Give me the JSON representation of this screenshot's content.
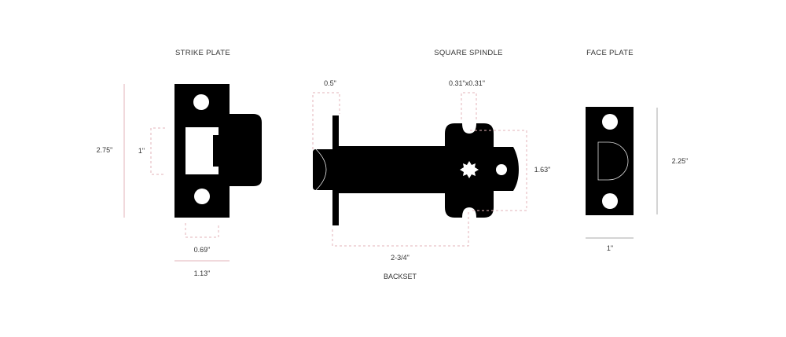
{
  "strike_plate": {
    "title": "STRIKE PLATE",
    "height": "2.75\"",
    "opening_height": "1\"",
    "opening_width": "0.69\"",
    "width": "1.13\""
  },
  "latch": {
    "title": "SQUARE SPINDLE",
    "spindle_size": "0.31\"x0.31\"",
    "bolt_depth": "0.5\"",
    "cam_height": "1.63\"",
    "backset": "2-3/4\"",
    "backset_label": "BACKSET"
  },
  "face_plate": {
    "title": "FACE PLATE",
    "height": "2.25\"",
    "width": "1\""
  }
}
